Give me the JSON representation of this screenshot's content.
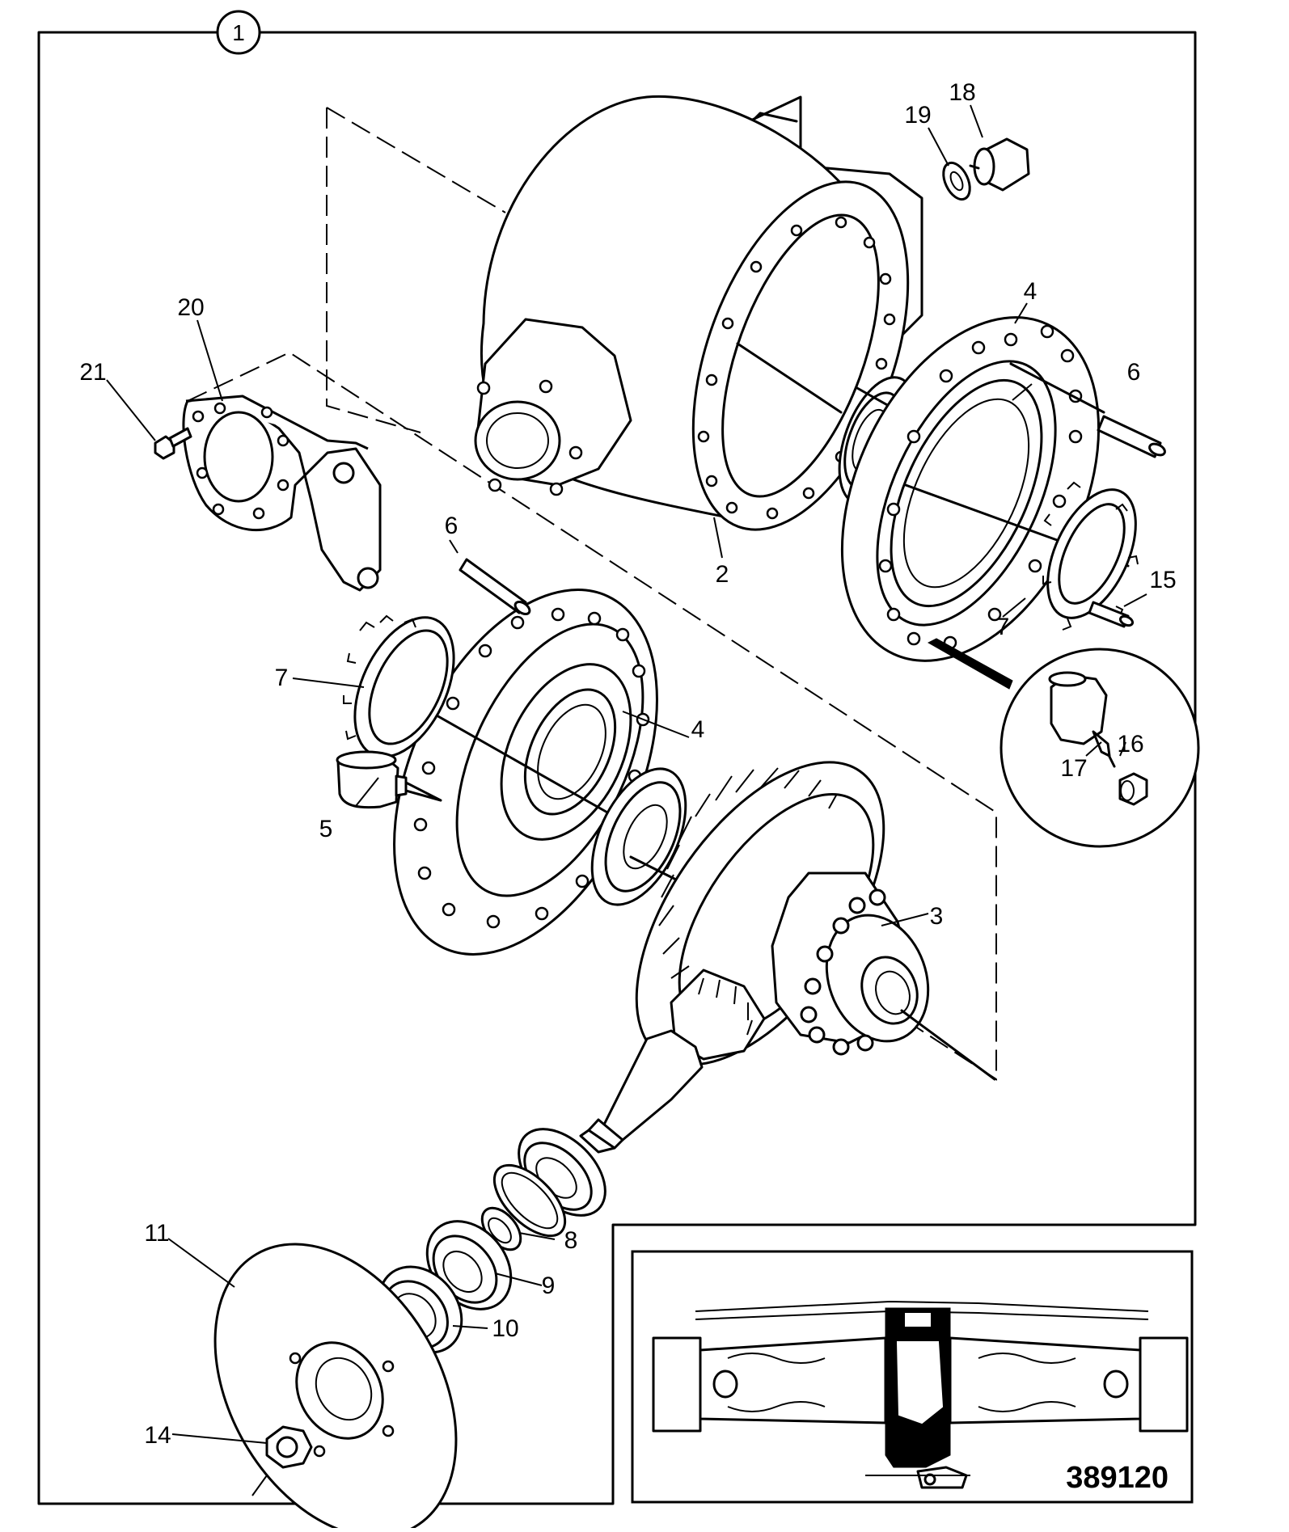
{
  "diagram": {
    "figure_ref": "1",
    "drawing_number": "389120",
    "callouts": [
      "2",
      "3",
      "4",
      "4",
      "5",
      "6",
      "6",
      "7",
      "7",
      "8",
      "9",
      "10",
      "11",
      "14",
      "15",
      "16",
      "17",
      "18",
      "19",
      "20",
      "21"
    ]
  }
}
